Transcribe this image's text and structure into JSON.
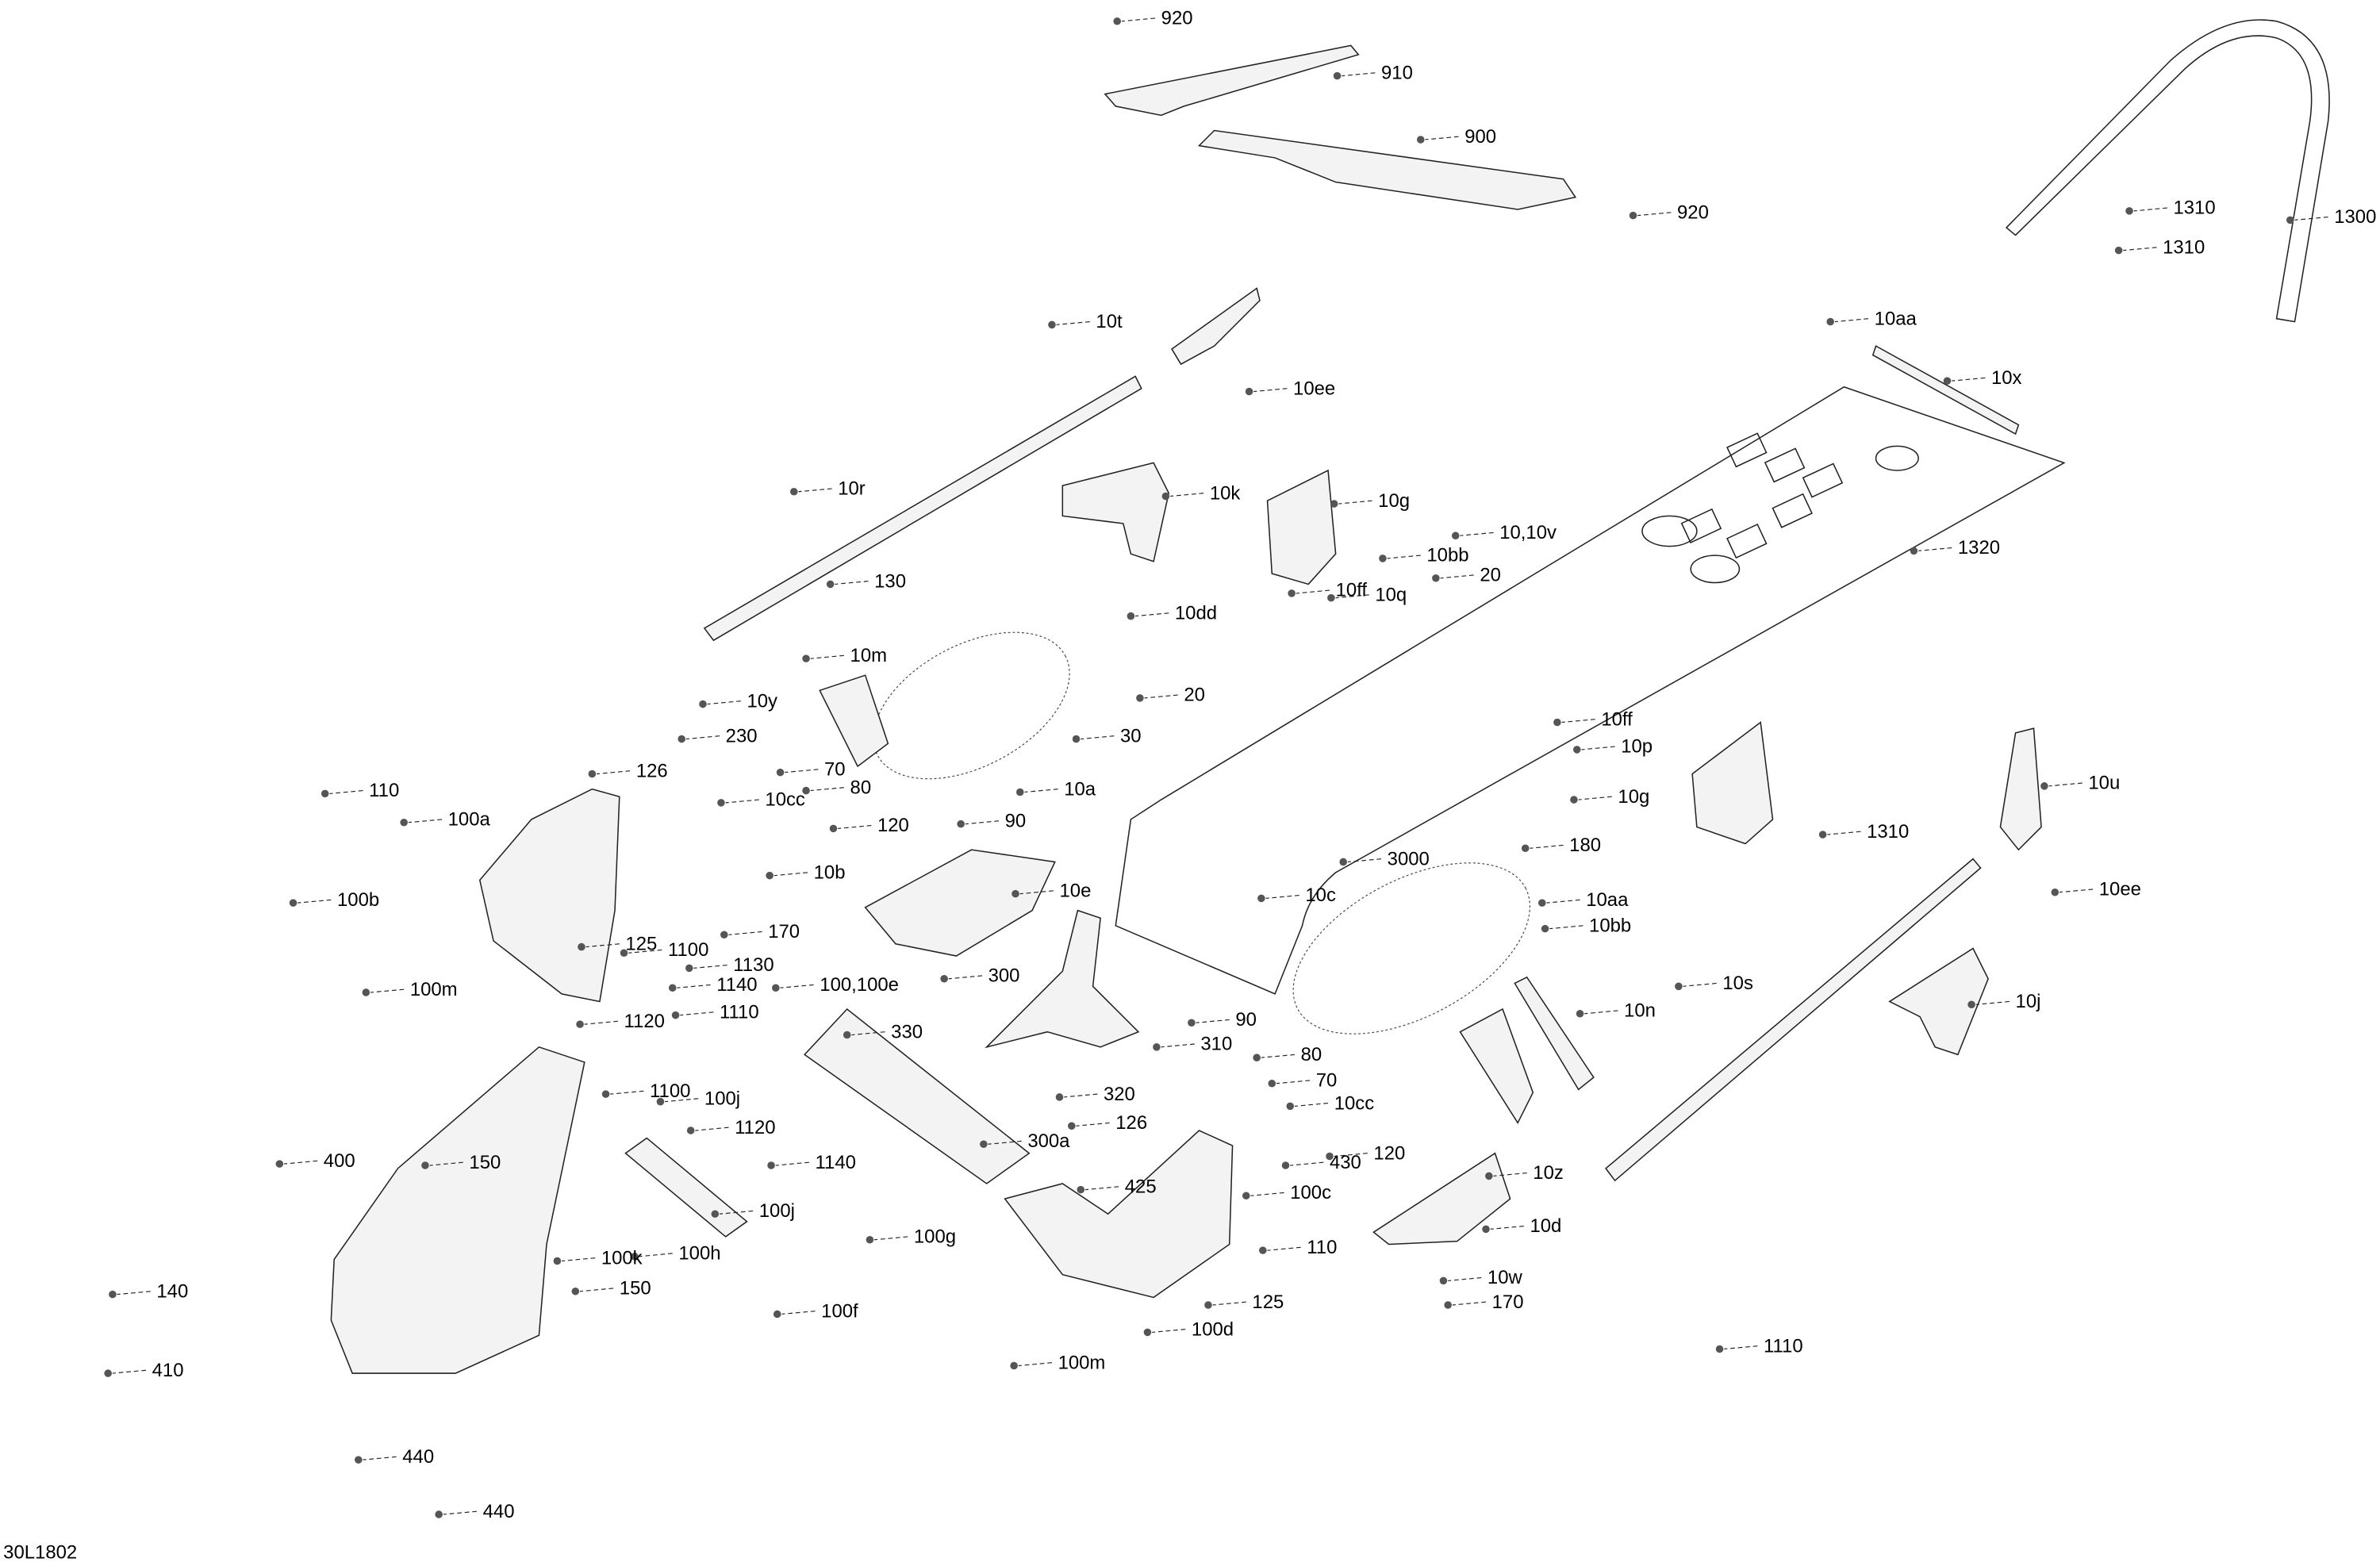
{
  "diagram_id": "30L1802",
  "callouts": [
    "920",
    "910",
    "900",
    "920",
    "1300",
    "1310",
    "1310",
    "10aa",
    "10t",
    "10ee",
    "10x",
    "10r",
    "10k",
    "10g",
    "10,10v",
    "1320",
    "10bb",
    "20",
    "10dd",
    "10ff",
    "10q",
    "130",
    "10m",
    "10y",
    "20",
    "230",
    "30",
    "10ff",
    "10p",
    "70",
    "80",
    "10cc",
    "126",
    "110",
    "10a",
    "10u",
    "10g",
    "100a",
    "90",
    "120",
    "1310",
    "180",
    "3000",
    "10e",
    "10b",
    "10c",
    "10aa",
    "10ee",
    "100b",
    "10bb",
    "170",
    "1100",
    "125",
    "1130",
    "300",
    "100,100e",
    "1140",
    "10s",
    "100m",
    "1110",
    "10n",
    "10j",
    "310",
    "90",
    "330",
    "1120",
    "80",
    "70",
    "1100",
    "100j",
    "320",
    "10cc",
    "300a",
    "126",
    "1120",
    "10z",
    "430",
    "1140",
    "400",
    "150",
    "120",
    "425",
    "100c",
    "100j",
    "10d",
    "100g",
    "110",
    "100k",
    "100h",
    "10w",
    "140",
    "150",
    "170",
    "125",
    "100f",
    "100d",
    "1110",
    "410",
    "100m",
    "440",
    "440"
  ]
}
